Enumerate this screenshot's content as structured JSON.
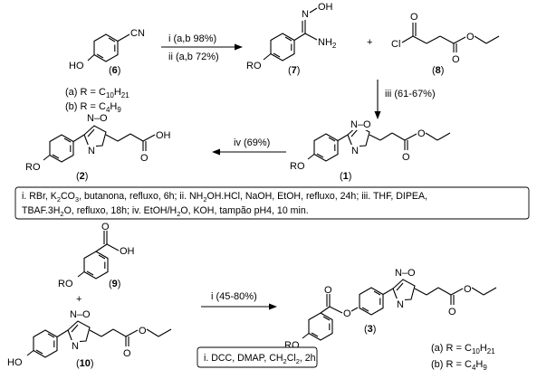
{
  "compounds": {
    "c6": {
      "number": "6",
      "cyano": "CN",
      "hydroxy": "HO"
    },
    "c7": {
      "number": "7",
      "oh": "OH",
      "nh2": "NH",
      "nh2_sub": "2",
      "ro": "RO"
    },
    "c8": {
      "number": "8",
      "cl": "Cl"
    },
    "c2": {
      "number": "2",
      "oh": "OH",
      "ro": "RO"
    },
    "c1": {
      "number": "1",
      "ro": "RO"
    },
    "c9": {
      "number": "9",
      "oh": "OH",
      "ro": "RO"
    },
    "c10": {
      "number": "10",
      "ho": "HO"
    },
    "c3": {
      "number": "3",
      "ro": "RO"
    }
  },
  "atoms": {
    "n": "N",
    "o": "O"
  },
  "plus": "+",
  "r_definitions_top": {
    "a_prefix": "(a) R = C",
    "a_sub1": "10",
    "a_h": "H",
    "a_sub2": "21",
    "b_prefix": "(b) R = C",
    "b_sub1": "4",
    "b_h": "H",
    "b_sub2": "9"
  },
  "r_definitions_bottom": {
    "a_prefix": "(a) R = C",
    "a_sub1": "10",
    "a_h": "H",
    "a_sub2": "21",
    "b_prefix": "(b) R = C",
    "b_sub1": "4",
    "b_h": "H",
    "b_sub2": "9"
  },
  "arrows": {
    "a1_top": "i (a,b 98%)",
    "a1_bottom": "ii (a,b 72%)",
    "a2": "iii (61-67%)",
    "a3": "iv (69%)",
    "a4": "i (45-80%)"
  },
  "conditions_box_1": {
    "l1_a": "i. RBr, K",
    "l1_a_sub": "2",
    "l1_b": "CO",
    "l1_b_sub": "3",
    "l1_c": ", butanona, refluxo, 6h; ii. NH",
    "l1_c_sub": "2",
    "l1_d": "OH.HCl, NaOH, EtOH, refluxo, 24h; iii. THF, DIPEA,",
    "l2_a": "TBAF.3H",
    "l2_a_sub": "2",
    "l2_b": "O, refluxo, 18h; iv. EtOH/H",
    "l2_b_sub": "2",
    "l2_c": "O, KOH, tampão pH4, 10 min."
  },
  "conditions_box_2": {
    "a": "i. DCC, DMAP, CH",
    "a_sub1": "2",
    "b": "Cl",
    "b_sub2": "2",
    "c": ", 2h."
  }
}
